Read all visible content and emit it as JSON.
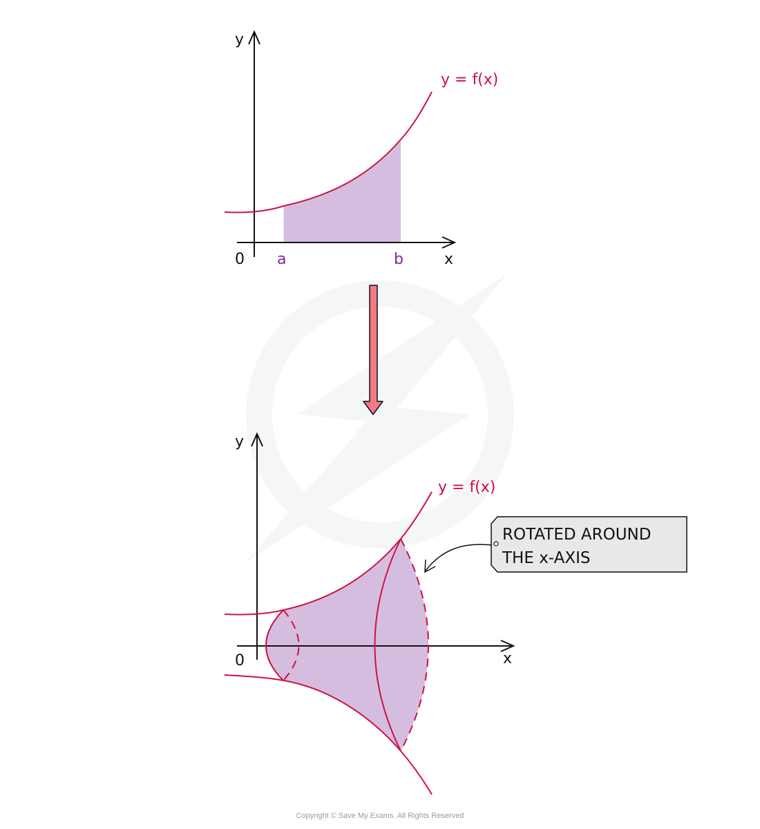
{
  "colors": {
    "curve": "#cc1144",
    "fill": "#d5bde0",
    "axis": "#111111",
    "bound_label": "#7a2a9a",
    "arrow_fill": "#f07a86",
    "note_fill": "#e8e8e8"
  },
  "top_graph": {
    "y_axis_label": "y",
    "x_axis_label": "x",
    "origin_label": "0",
    "curve_label": "y = f(x)",
    "lower_bound_label": "a",
    "upper_bound_label": "b"
  },
  "bottom_graph": {
    "y_axis_label": "y",
    "x_axis_label": "x",
    "origin_label": "0",
    "curve_label": "y = f(x)",
    "note_line1": "ROTATED AROUND",
    "note_line2": "THE x-AXIS"
  },
  "watermark_icon": "lightning-bolt-logo-icon",
  "copyright": "Copyright © Save My Exams. All Rights Reserved"
}
